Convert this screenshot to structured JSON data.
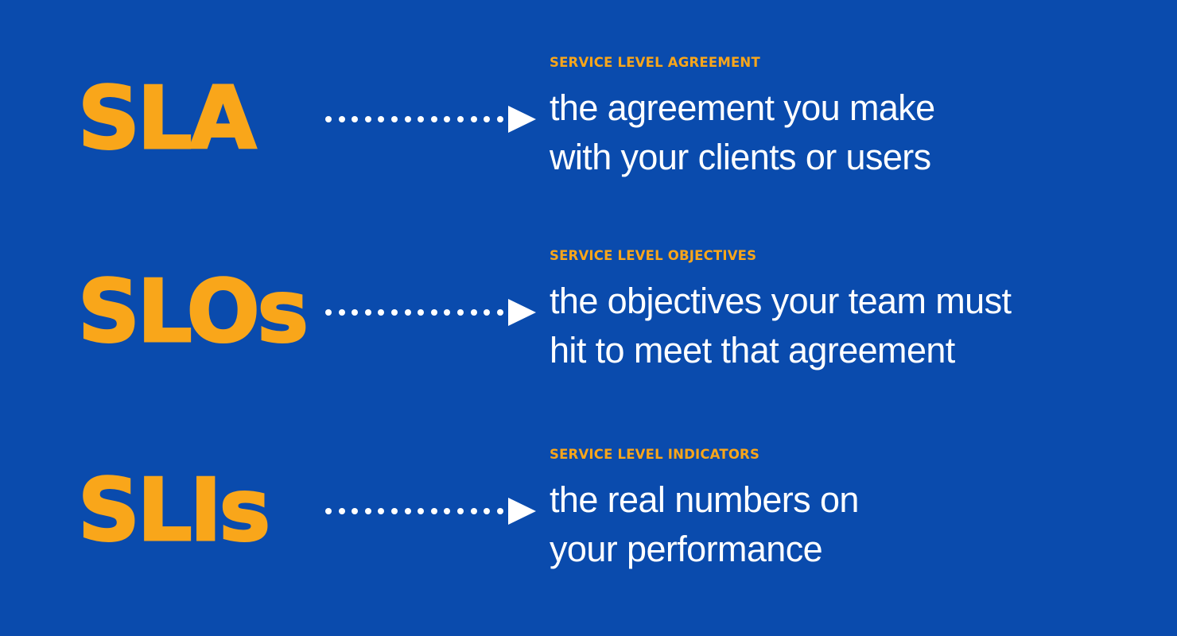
{
  "theme": {
    "background_color": "#0a4bad",
    "accent_color": "#f9a61a",
    "text_color": "#ffffff"
  },
  "connector": {
    "icon": "dotted-arrow-right",
    "dot_count": 14,
    "arrowhead": "triangle-right"
  },
  "rows": [
    {
      "acronym": "SLA",
      "eyebrow": "SERVICE LEVEL AGREEMENT",
      "body_lines": [
        "the agreement you make",
        "with your clients or users"
      ]
    },
    {
      "acronym": "SLOs",
      "eyebrow": "SERVICE LEVEL OBJECTIVES",
      "body_lines": [
        "the objectives your team must",
        "hit to meet that agreement"
      ]
    },
    {
      "acronym": "SLIs",
      "eyebrow": "SERVICE LEVEL INDICATORS",
      "body_lines": [
        "the real numbers on",
        "your performance"
      ]
    }
  ]
}
